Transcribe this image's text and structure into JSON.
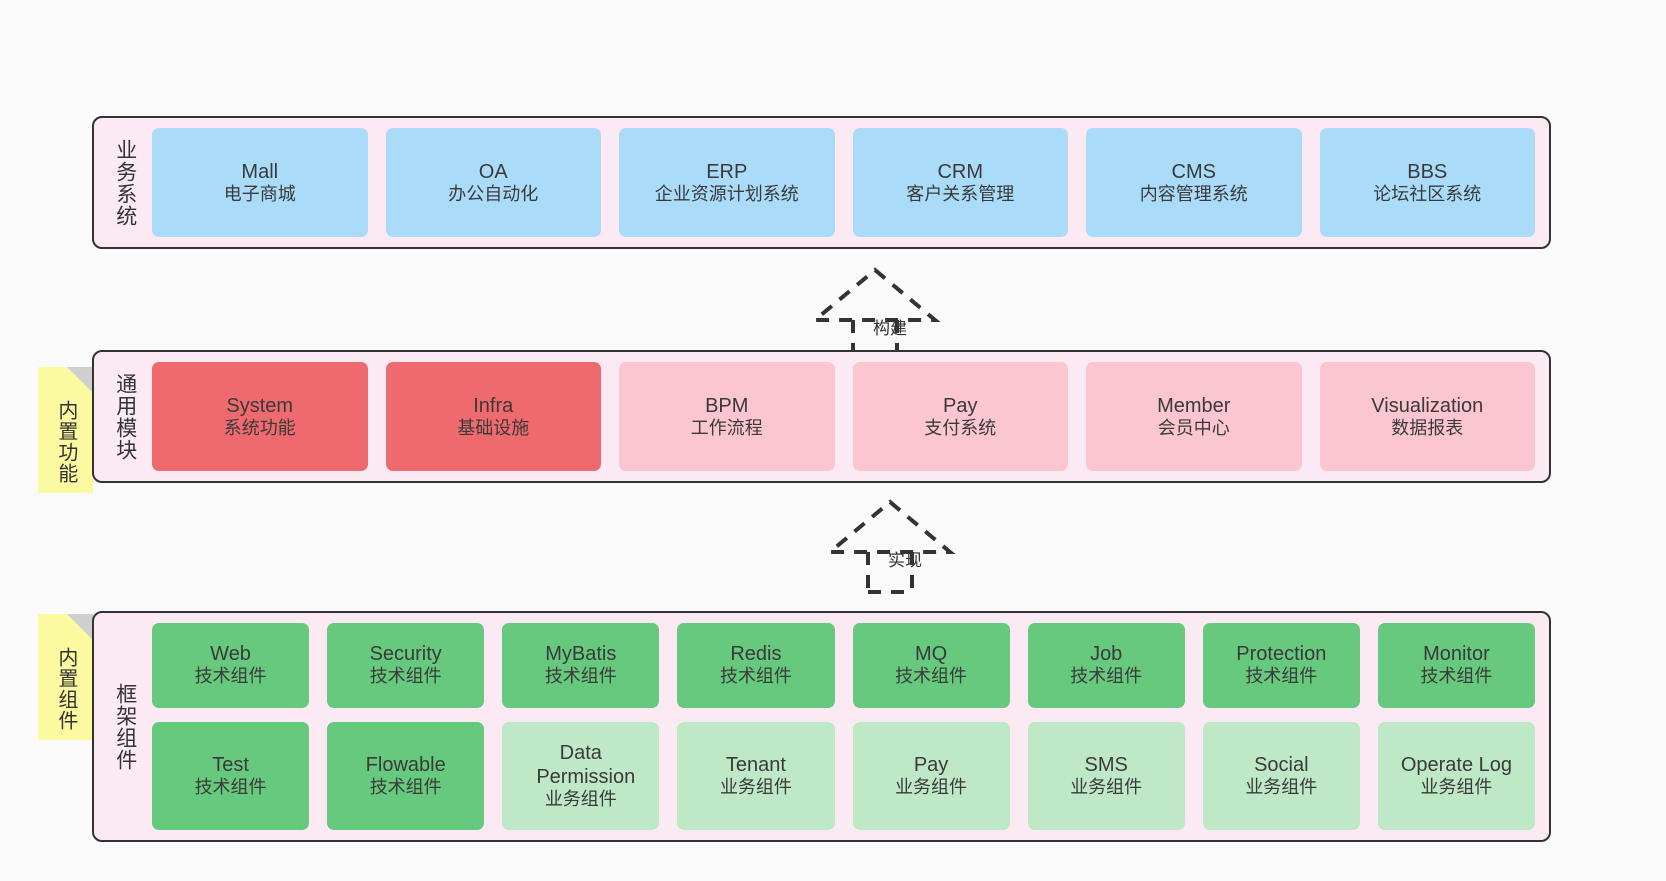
{
  "diagram": {
    "background": "#fafafa",
    "layer_bg": "#fbeaf4",
    "border_color": "#333333",
    "note_color": "#fbfaa0",
    "colors": {
      "blue": "#aadcfa",
      "red": "#ef6a6f",
      "pink": "#fbc6d0",
      "green": "#66c97e",
      "light_green": "#bfe8c6"
    }
  },
  "layers": [
    {
      "id": "business-systems",
      "title": "业务系统",
      "rows": [
        [
          {
            "en": "Mall",
            "cn": "电子商城",
            "color": "blue"
          },
          {
            "en": "OA",
            "cn": "办公自动化",
            "color": "blue"
          },
          {
            "en": "ERP",
            "cn": "企业资源计划系统",
            "color": "blue"
          },
          {
            "en": "CRM",
            "cn": "客户关系管理",
            "color": "blue"
          },
          {
            "en": "CMS",
            "cn": "内容管理系统",
            "color": "blue"
          },
          {
            "en": "BBS",
            "cn": "论坛社区系统",
            "color": "blue"
          }
        ]
      ]
    },
    {
      "id": "common-modules",
      "title": "通用模块",
      "note": "内置功能",
      "rows": [
        [
          {
            "en": "System",
            "cn": "系统功能",
            "color": "red"
          },
          {
            "en": "Infra",
            "cn": "基础设施",
            "color": "red"
          },
          {
            "en": "BPM",
            "cn": "工作流程",
            "color": "pink"
          },
          {
            "en": "Pay",
            "cn": "支付系统",
            "color": "pink"
          },
          {
            "en": "Member",
            "cn": "会员中心",
            "color": "pink"
          },
          {
            "en": "Visualization",
            "cn": "数据报表",
            "color": "pink"
          }
        ]
      ]
    },
    {
      "id": "framework-components",
      "title": "框架组件",
      "note": "内置组件",
      "rows": [
        [
          {
            "en": "Web",
            "cn": "技术组件",
            "color": "green"
          },
          {
            "en": "Security",
            "cn": "技术组件",
            "color": "green"
          },
          {
            "en": "MyBatis",
            "cn": "技术组件",
            "color": "green"
          },
          {
            "en": "Redis",
            "cn": "技术组件",
            "color": "green"
          },
          {
            "en": "MQ",
            "cn": "技术组件",
            "color": "green"
          },
          {
            "en": "Job",
            "cn": "技术组件",
            "color": "green"
          },
          {
            "en": "Protection",
            "cn": "技术组件",
            "color": "green"
          },
          {
            "en": "Monitor",
            "cn": "技术组件",
            "color": "green"
          }
        ],
        [
          {
            "en": "Test",
            "cn": "技术组件",
            "color": "green"
          },
          {
            "en": "Flowable",
            "cn": "技术组件",
            "color": "green"
          },
          {
            "en": "Data Permission",
            "cn": "业务组件",
            "color": "light_green"
          },
          {
            "en": "Tenant",
            "cn": "业务组件",
            "color": "light_green"
          },
          {
            "en": "Pay",
            "cn": "业务组件",
            "color": "light_green"
          },
          {
            "en": "SMS",
            "cn": "业务组件",
            "color": "light_green"
          },
          {
            "en": "Social",
            "cn": "业务组件",
            "color": "light_green"
          },
          {
            "en": "Operate Log",
            "cn": "业务组件",
            "color": "light_green"
          }
        ]
      ]
    }
  ],
  "connectors": [
    {
      "id": "build",
      "label": "构建"
    },
    {
      "id": "implement",
      "label": "实现"
    }
  ]
}
